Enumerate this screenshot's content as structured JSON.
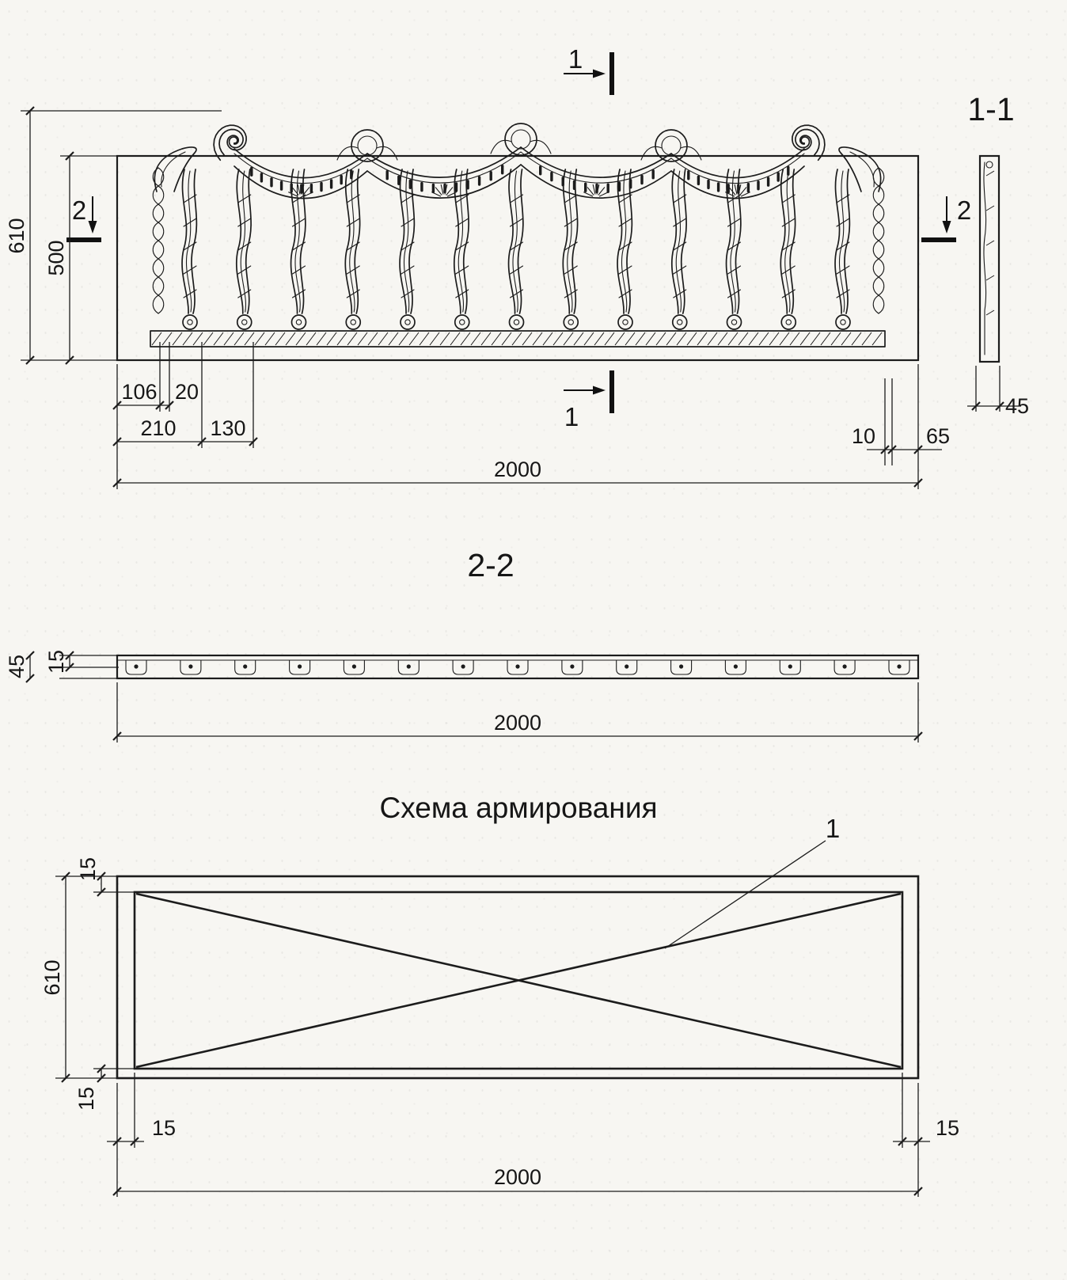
{
  "drawing": {
    "ink": "#1c1c1c",
    "paper": "#f7f6f2"
  },
  "elevation": {
    "section_top_label": "1",
    "section_bottom_label": "1",
    "section_left_label": "2",
    "section_right_label": "2",
    "dims": {
      "height_total": "610",
      "height_panel": "500",
      "offset_106": "106",
      "offset_20": "20",
      "offset_210": "210",
      "offset_130": "130",
      "offset_10": "10",
      "offset_65": "65",
      "width_total": "2000"
    }
  },
  "side_view": {
    "title": "1-1",
    "thickness": "45"
  },
  "section_2_2": {
    "title": "2-2",
    "dims": {
      "height": "45",
      "flange": "15",
      "width_total": "2000"
    }
  },
  "reinforcement": {
    "title": "Схема армирования",
    "bar_mark": "1",
    "dims": {
      "cover_top": "15",
      "height": "610",
      "cover_bottom": "15",
      "cover_left": "15",
      "cover_right": "15",
      "width_total": "2000"
    }
  }
}
